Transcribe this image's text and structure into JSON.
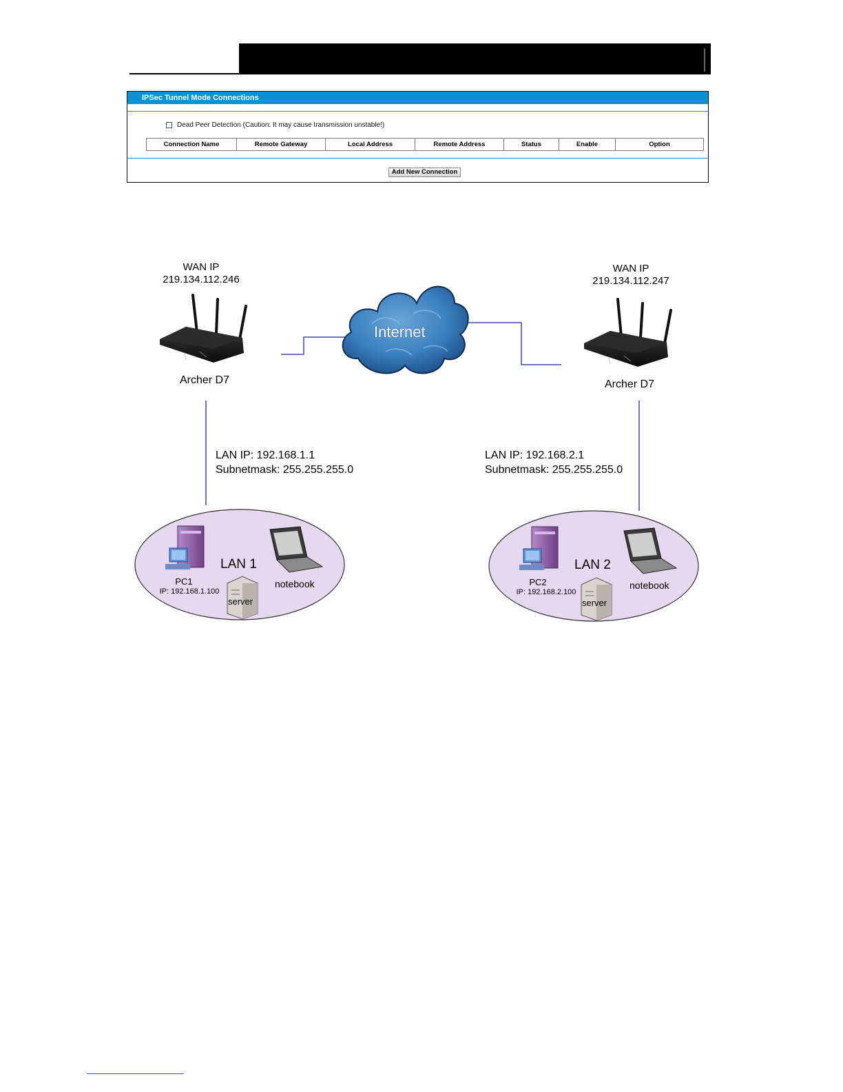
{
  "panel": {
    "title": "IPSec Tunnel Mode Connections",
    "dpd_label": "Dead Peer Detection (Caution: It may cause transmission unstable!)",
    "columns": [
      "Connection Name",
      "Remote Gateway",
      "Local Address",
      "Remote Address",
      "Status",
      "Enable",
      "Option"
    ],
    "add_button": "Add New Connection"
  },
  "diagram": {
    "cloud_label": "Internet",
    "left": {
      "wan_title": "WAN IP",
      "wan_ip": "219.134.112.246",
      "router_name": "Archer D7",
      "lan_ip": "LAN IP: 192.168.1.1",
      "subnet": "Subnetmask: 255.255.255.0",
      "lan_name": "LAN 1",
      "pc_name": "PC1",
      "pc_ip": "IP: 192.168.1.100",
      "server": "server",
      "notebook": "notebook"
    },
    "right": {
      "wan_title": "WAN IP",
      "wan_ip": "219.134.112.247",
      "router_name": "Archer D7",
      "lan_ip": "LAN IP: 192.168.2.1",
      "subnet": "Subnetmask: 255.255.255.0",
      "lan_name": "LAN 2",
      "pc_name": "PC2",
      "pc_ip": "IP: 192.168.2.100",
      "server": "server",
      "notebook": "notebook"
    }
  },
  "colors": {
    "panel_accent": "#0a93cf",
    "link_line": "#3c46b4",
    "lan_fill": "#e6d9ef",
    "cloud": "#3a7fc0"
  }
}
